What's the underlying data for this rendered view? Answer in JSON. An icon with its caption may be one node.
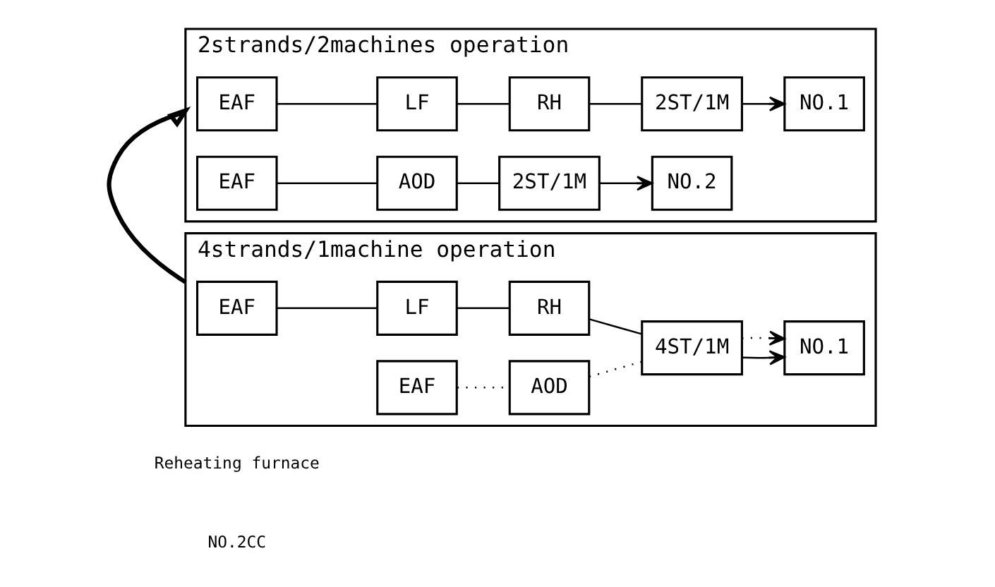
{
  "diagram": {
    "nodes": [
      {
        "text": [
          "4strands/1machine operation"
        ]
      },
      {
        "text": [
          "EAF"
        ],
        "in": 0
      },
      {
        "text": [
          "LF"
        ],
        "in": 0
      },
      {
        "text": [
          "RH"
        ],
        "in": 0
      },
      {
        "text": [
          "4ST/1M"
        ],
        "in": 0
      },
      {
        "text": [
          "NO.1"
        ],
        "in": 0
      },
      {
        "text": [
          "EAF"
        ],
        "in": 0
      },
      {
        "text": [
          "AOD"
        ],
        "in": 0
      },
      {
        "text": [
          "2strands/2machines operation"
        ]
      },
      {
        "text": [
          "EAF"
        ],
        "in": 8
      },
      {
        "text": [
          "LF"
        ],
        "in": 8
      },
      {
        "text": [
          "RH"
        ],
        "in": 8
      },
      {
        "text": [
          "2ST/1M"
        ],
        "in": 8
      },
      {
        "text": [
          "NO.1"
        ],
        "in": 8
      },
      {
        "text": [
          "EAF"
        ],
        "in": 8
      },
      {
        "text": [
          "AOD"
        ],
        "in": 8
      },
      {
        "text": [
          "2ST/1M"
        ],
        "in": 8
      },
      {
        "text": [
          "NO.2"
        ],
        "in": 8
      }
    ],
    "edges": [
      {
        "from": 1,
        "to": 2,
        "arrow": "none"
      },
      {
        "from": 2,
        "to": 3,
        "arrow": "none"
      },
      {
        "from": 3,
        "to": 4,
        "arrow": "none"
      },
      {
        "from": 4,
        "to": 5,
        "arrow": "to"
      },
      {
        "from": 6,
        "to": 7,
        "arrow": "none",
        "style": "dashed"
      },
      {
        "from": 7,
        "to": 4,
        "arrow": "none",
        "style": "dashed"
      },
      {
        "from": 4,
        "to": 5,
        "arrow": "to",
        "style": "dashed"
      },
      {
        "from": 0,
        "to": 8,
        "arrow": "to",
        "style": "thick"
      },
      {
        "from": 9,
        "to": 10,
        "arrow": "none"
      },
      {
        "from": 10,
        "to": 11,
        "arrow": "none"
      },
      {
        "from": 11,
        "to": 12,
        "arrow": "none"
      },
      {
        "from": 12,
        "to": 13,
        "arrow": "to"
      },
      {
        "from": 14,
        "to": 15,
        "arrow": "none"
      },
      {
        "from": 15,
        "to": 16,
        "arrow": "none"
      },
      {
        "from": 16,
        "to": 17,
        "arrow": "to"
      }
    ],
    "labels": [
      "NO.2CC",
      "Reheating furnace"
    ]
  }
}
